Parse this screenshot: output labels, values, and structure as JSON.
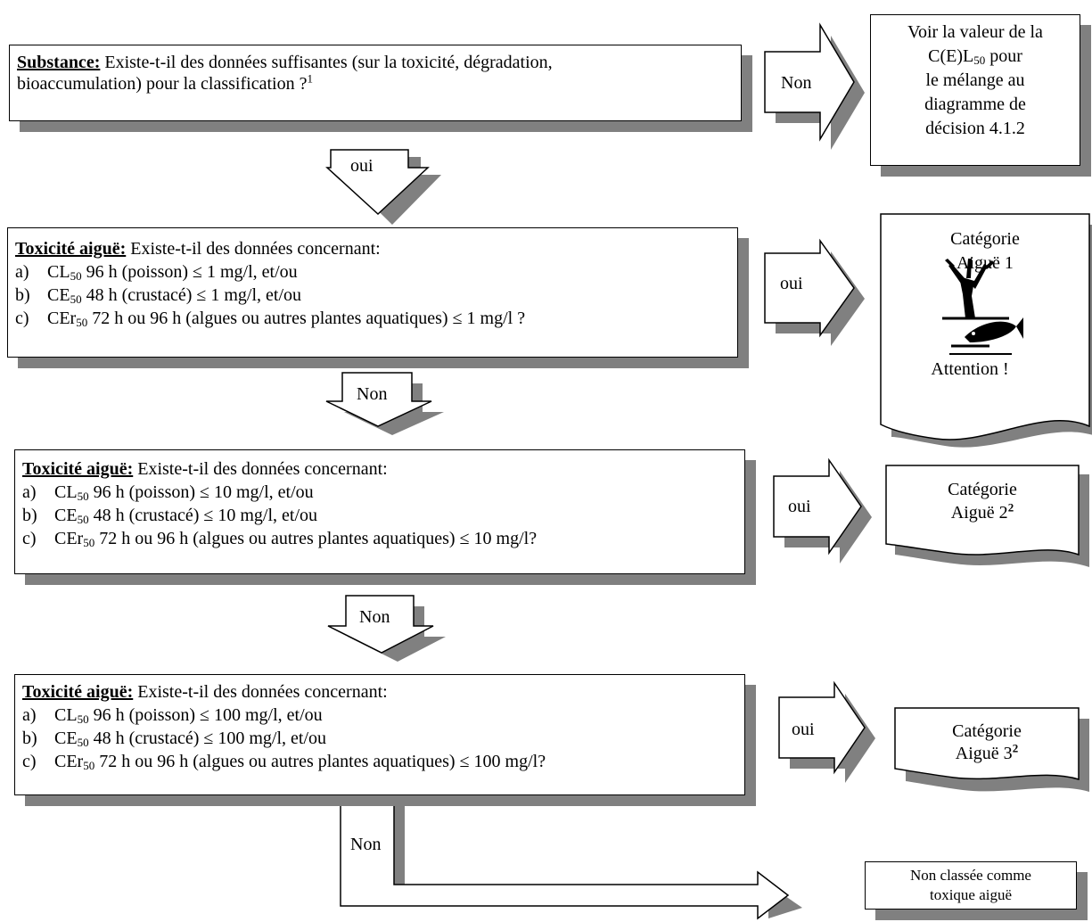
{
  "q1": {
    "head": "Substance:",
    "line1": " Existe-t-il des données suffisantes (sur la toxicité, dégradation,",
    "line2": "bioaccumulation) pour la classification ?",
    "note": "1"
  },
  "arrow_q1_right": "Non",
  "out1": {
    "line1": "Voir la valeur de la",
    "line2a": "C(E)L",
    "line2sub": "50",
    "line2b": " pour",
    "line3": "le mélange au",
    "line4": "diagramme de",
    "line5": "décision 4.1.2"
  },
  "arrow_q1_down": "oui",
  "q2": {
    "head": "Toxicité aiguë:",
    "intro": " Existe-t-il des données concernant:",
    "items": [
      {
        "k": "a)",
        "p": "CL",
        "s": "50",
        "r": " 96 h (poisson) ≤ 1 mg/l, et/ou"
      },
      {
        "k": "b)",
        "p": "CE",
        "s": "50",
        "r": " 48 h (crustacé) ≤ 1 mg/l, et/ou"
      },
      {
        "k": "c)",
        "p": "CEr",
        "s": "50",
        "r": " 72 h ou 96 h (algues ou autres plantes aquatiques) ≤ 1 mg/l ?"
      }
    ]
  },
  "arrow_q2_right": "oui",
  "cat1": {
    "line1": "Catégorie",
    "line2": "Aiguë 1",
    "signal": "Attention !",
    "pictogram": "environment-pictogram"
  },
  "arrow_q2_down": "Non",
  "q3": {
    "head": "Toxicité aiguë:",
    "intro": " Existe-t-il des données concernant:",
    "items": [
      {
        "k": "a)",
        "p": "CL",
        "s": "50",
        "r": " 96 h (poisson) ≤ 10 mg/l, et/ou"
      },
      {
        "k": "b)",
        "p": "CE",
        "s": "50",
        "r": " 48 h (crustacé) ≤ 10 mg/l, et/ou"
      },
      {
        "k": "c)",
        "p": "CEr",
        "s": "50",
        "r": " 72 h ou 96 h (algues ou autres plantes aquatiques) ≤ 10 mg/l?"
      }
    ]
  },
  "arrow_q3_right": "oui",
  "cat2": {
    "line1": "Catégorie",
    "line2": "Aiguë 2",
    "note": "2"
  },
  "arrow_q3_down": "Non",
  "q4": {
    "head": "Toxicité aiguë:",
    "intro": " Existe-t-il des données concernant:",
    "items": [
      {
        "k": "a)",
        "p": "CL",
        "s": "50",
        "r": " 96 h (poisson) ≤ 100 mg/l, et/ou"
      },
      {
        "k": "b)",
        "p": "CE",
        "s": "50",
        "r": " 48 h (crustacé) ≤ 100 mg/l, et/ou"
      },
      {
        "k": "c)",
        "p": "CEr",
        "s": "50",
        "r": " 72 h ou 96 h (algues ou autres plantes aquatiques) ≤ 100 mg/l?"
      }
    ]
  },
  "arrow_q4_right": "oui",
  "cat3": {
    "line1": "Catégorie",
    "line2": "Aiguë 3",
    "note": "2"
  },
  "arrow_q4_down": "Non",
  "out_final": {
    "line1": "Non classée comme",
    "line2": "toxique aiguë"
  }
}
